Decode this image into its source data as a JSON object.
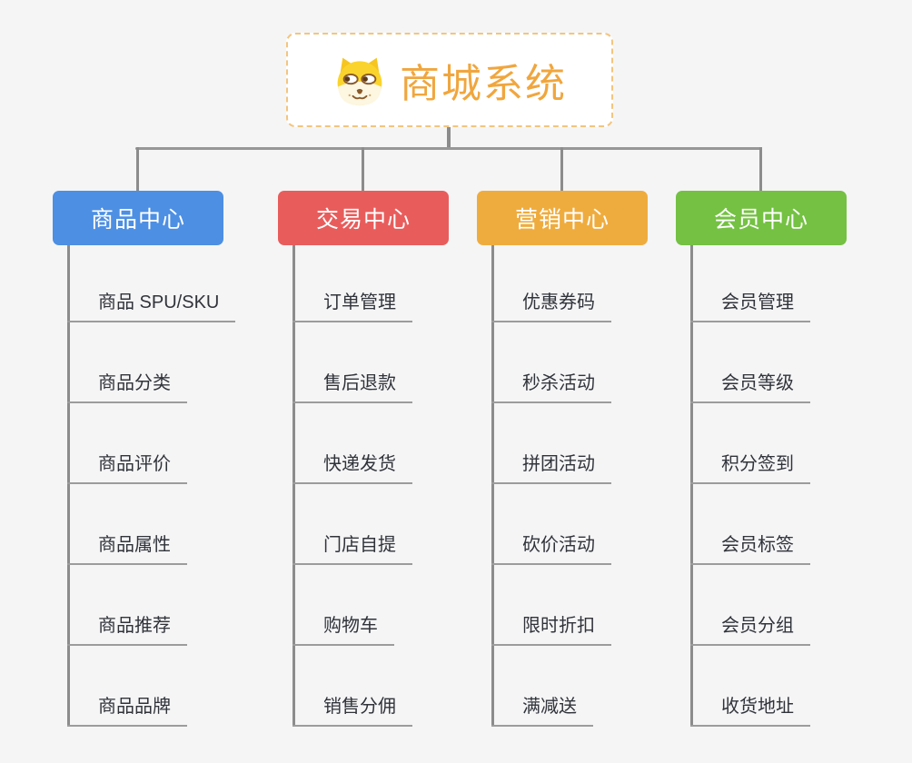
{
  "root": {
    "title": "商城系统",
    "icon": "dog-face-icon"
  },
  "branches": [
    {
      "label": "商品中心",
      "color": "#4d8fe3",
      "children": [
        "商品 SPU/SKU",
        "商品分类",
        "商品评价",
        "商品属性",
        "商品推荐",
        "商品品牌"
      ]
    },
    {
      "label": "交易中心",
      "color": "#e85d5c",
      "children": [
        "订单管理",
        "售后退款",
        "快递发货",
        "门店自提",
        "购物车",
        "销售分佣"
      ]
    },
    {
      "label": "营销中心",
      "color": "#efac3e",
      "children": [
        "优惠券码",
        "秒杀活动",
        "拼团活动",
        "砍价活动",
        "限时折扣",
        "满减送"
      ]
    },
    {
      "label": "会员中心",
      "color": "#74c143",
      "children": [
        "会员管理",
        "会员等级",
        "积分签到",
        "会员标签",
        "会员分组",
        "收货地址"
      ]
    }
  ],
  "colors": {
    "background": "#f5f5f6",
    "connector": "#8c8c8c",
    "leaf_underline": "#9c9c9c",
    "leaf_text": "#30333a",
    "root_border": "#f3c57e",
    "root_title": "#f0a63e"
  }
}
